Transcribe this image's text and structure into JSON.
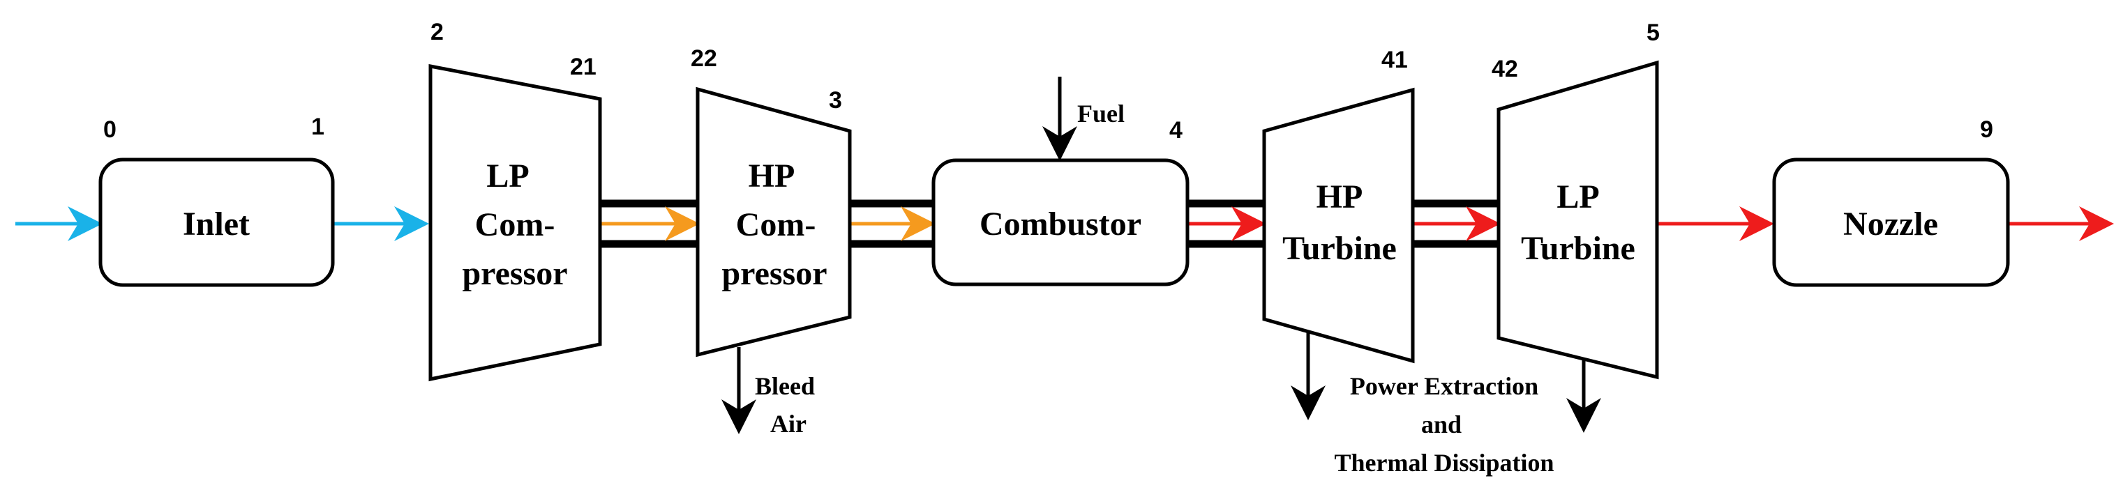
{
  "colors": {
    "inlet_flow": "#1ab2e8",
    "compressed_flow": "#f59a1e",
    "hot_flow": "#ee1c1c",
    "stroke": "#000000"
  },
  "components": {
    "inlet": "Inlet",
    "lp_compressor": [
      "LP",
      "Com-",
      "pressor"
    ],
    "hp_compressor": [
      "HP",
      "Com-",
      "pressor"
    ],
    "combustor": "Combustor",
    "hp_turbine": [
      "HP",
      "Turbine"
    ],
    "lp_turbine": [
      "LP",
      "Turbine"
    ],
    "nozzle": "Nozzle"
  },
  "annotations": {
    "fuel": "Fuel",
    "bleed_air": [
      "Bleed",
      "Air"
    ],
    "power_extraction": [
      "Power Extraction",
      "and",
      "Thermal Dissipation"
    ]
  },
  "stations": {
    "s0": "0",
    "s1": "1",
    "s2": "2",
    "s21": "21",
    "s22": "22",
    "s3": "3",
    "s4": "4",
    "s41": "41",
    "s42": "42",
    "s5": "5",
    "s9": "9"
  }
}
